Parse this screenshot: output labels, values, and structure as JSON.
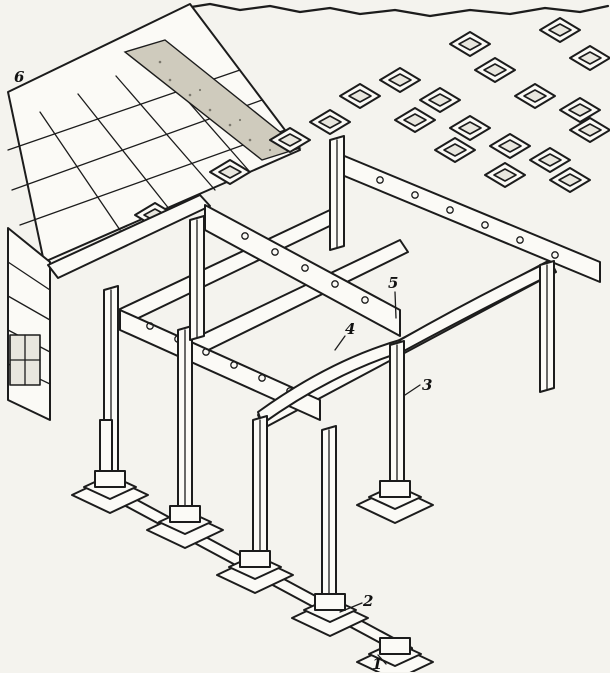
{
  "labels": {
    "foundation": "1",
    "foundation_beam": "2",
    "column": "3",
    "roof_truss": "4",
    "crane_beam": "5",
    "roof_slab": "6"
  }
}
